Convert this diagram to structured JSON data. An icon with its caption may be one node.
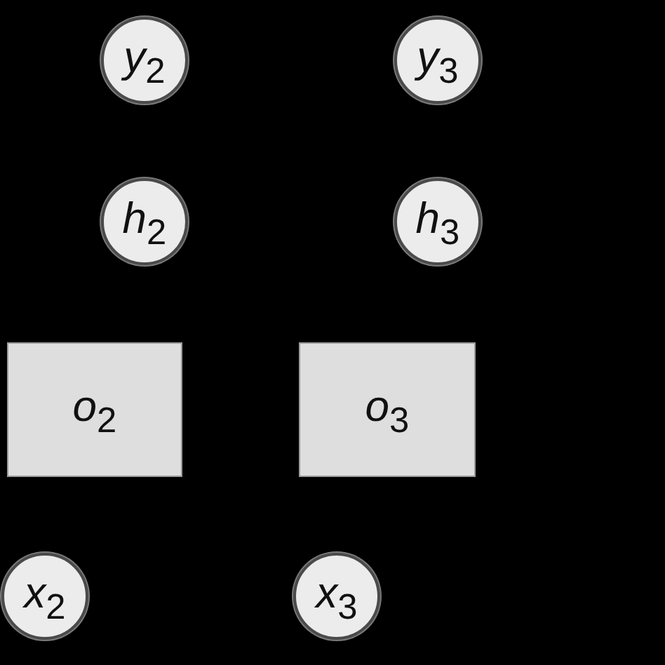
{
  "diagram": {
    "nodes": [
      {
        "text": [
          "*y*$_{2}$"
        ]
      },
      {
        "text": [
          "*y*$_{3}$"
        ]
      },
      {
        "text": [
          "*h*$_{2}$"
        ]
      },
      {
        "text": [
          "*h*$_{3}$"
        ]
      },
      {
        "text": [
          "*o*$_{2}$"
        ]
      },
      {
        "text": [
          "*o*$_{3}$"
        ]
      },
      {
        "text": [
          "*x*$_{2}$"
        ]
      },
      {
        "text": [
          "*x*$_{3}$"
        ]
      }
    ]
  }
}
